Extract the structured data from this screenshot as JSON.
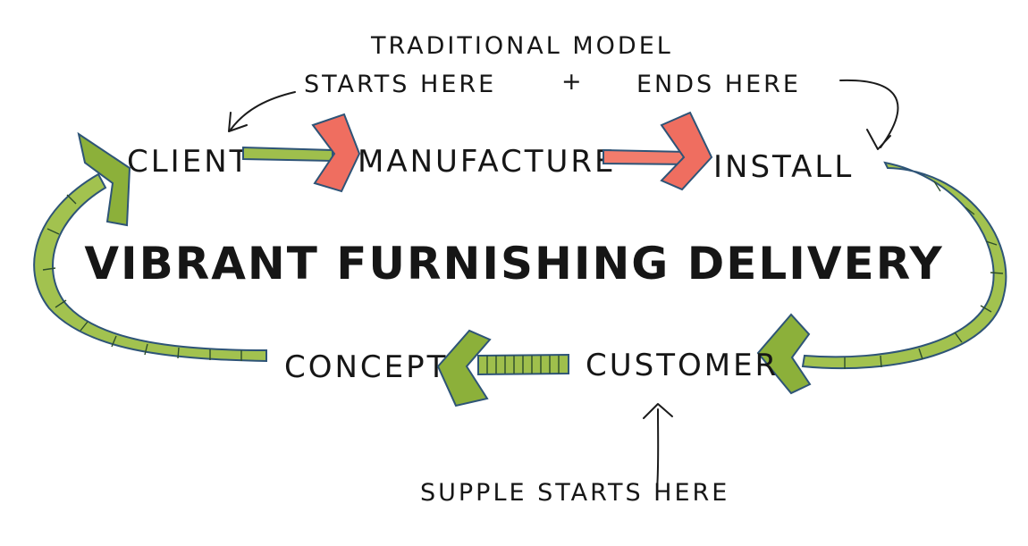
{
  "title": "VIBRANT FURNISHING DELIVERY",
  "notes": {
    "traditional_model": "TRADITIONAL MODEL",
    "starts_here": "STARTS HERE",
    "plus": "+",
    "ends_here": "ENDS HERE",
    "supple_starts_here": "SUPPLE STARTS HERE"
  },
  "nodes": {
    "client": "CLIENT",
    "manufacture": "MANUFACTURE",
    "install": "INSTALL",
    "customer": "CUSTOMER",
    "concept": "CONCEPT"
  },
  "colors": {
    "green_fill": "#8cb03a",
    "green_light": "#b6cf63",
    "red_fill": "#ef6e60",
    "red_light": "#f59b84",
    "outline": "#2e5477",
    "ink": "#1b1b1b"
  }
}
